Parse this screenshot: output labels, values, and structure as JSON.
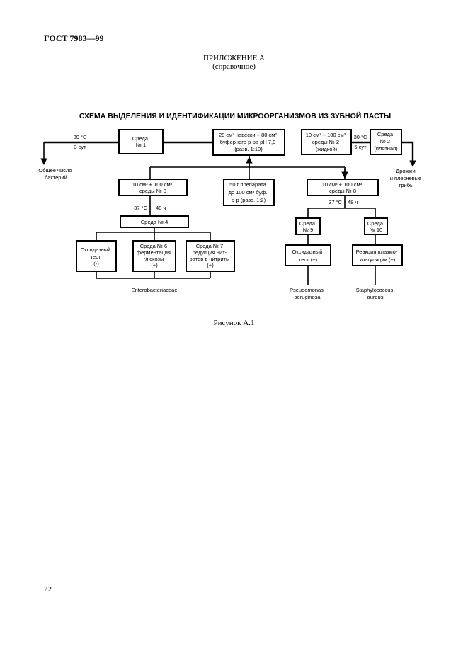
{
  "header": {
    "doc_code": "ГОСТ 7983—99",
    "page_number": "22"
  },
  "appendix": {
    "title": "ПРИЛОЖЕНИЕ А",
    "subtitle": "(справочное)"
  },
  "figure": {
    "title": "СХЕМА ВЫДЕЛЕНИЯ И ИДЕНТИФИКАЦИИ МИКРООРГАНИЗМОВ ИЗ ЗУБНОЙ ПАСТЫ",
    "caption": "Рисунок А.1",
    "boxes": {
      "b1": [
        "Среда",
        "№ 1"
      ],
      "center": [
        "20 см³ навески + 80 см³",
        "буферного р-ра pH 7,0",
        "(разв. 1:10)"
      ],
      "right_top": [
        "10 см³ + 100 см³",
        "среды № 2",
        "(жидкой)"
      ],
      "b2_dense": [
        "Среда",
        "№ 2",
        "(плотная)"
      ],
      "prep": [
        "50 г препарата",
        "до 100 см³ буф.",
        "р-р (разв. 1:2)"
      ],
      "b3": [
        "10 см³ + 100 см³",
        "среды № 3"
      ],
      "b8": [
        "10 см³ + 100 см³",
        "среды № 8"
      ],
      "b4": [
        "Среда № 4"
      ],
      "oxid_left": [
        "Оксидазный",
        "тест",
        "(-)"
      ],
      "b6": [
        "Среда № 6",
        "ферментация",
        "глюкозы",
        "(+)"
      ],
      "b7": [
        "Среда № 7",
        "редукция нит-",
        "ратов в нитриты",
        "(+)"
      ],
      "b9": [
        "Среда",
        "№ 9"
      ],
      "b10": [
        "Среда",
        "№ 10"
      ],
      "oxid_right": [
        "Оксидазный",
        "тест   (+)"
      ],
      "coag": [
        "Реакция плазмо-",
        "коагуляции   (+)"
      ]
    },
    "labels": {
      "temp_30_left": "30 °С",
      "time_3_left": "3 сут",
      "temp_30_right": "30 °С",
      "time_5_right": "5 сут",
      "temp_37_left": "37 °С",
      "time_48_left": "48 ч",
      "temp_37_right": "37 °С",
      "time_48_right": "48 ч",
      "total_count": [
        "Общее число",
        "бактерий"
      ],
      "yeast": [
        "Дрожжи",
        "и плесневые",
        "грибы"
      ],
      "enterobacteriaceae": "Enterobacteriaceae",
      "pseudomonas": [
        "Pseudomonas",
        "aeruginosa"
      ],
      "staphylococcus": [
        "Staphylococcus",
        "aureus"
      ]
    }
  }
}
